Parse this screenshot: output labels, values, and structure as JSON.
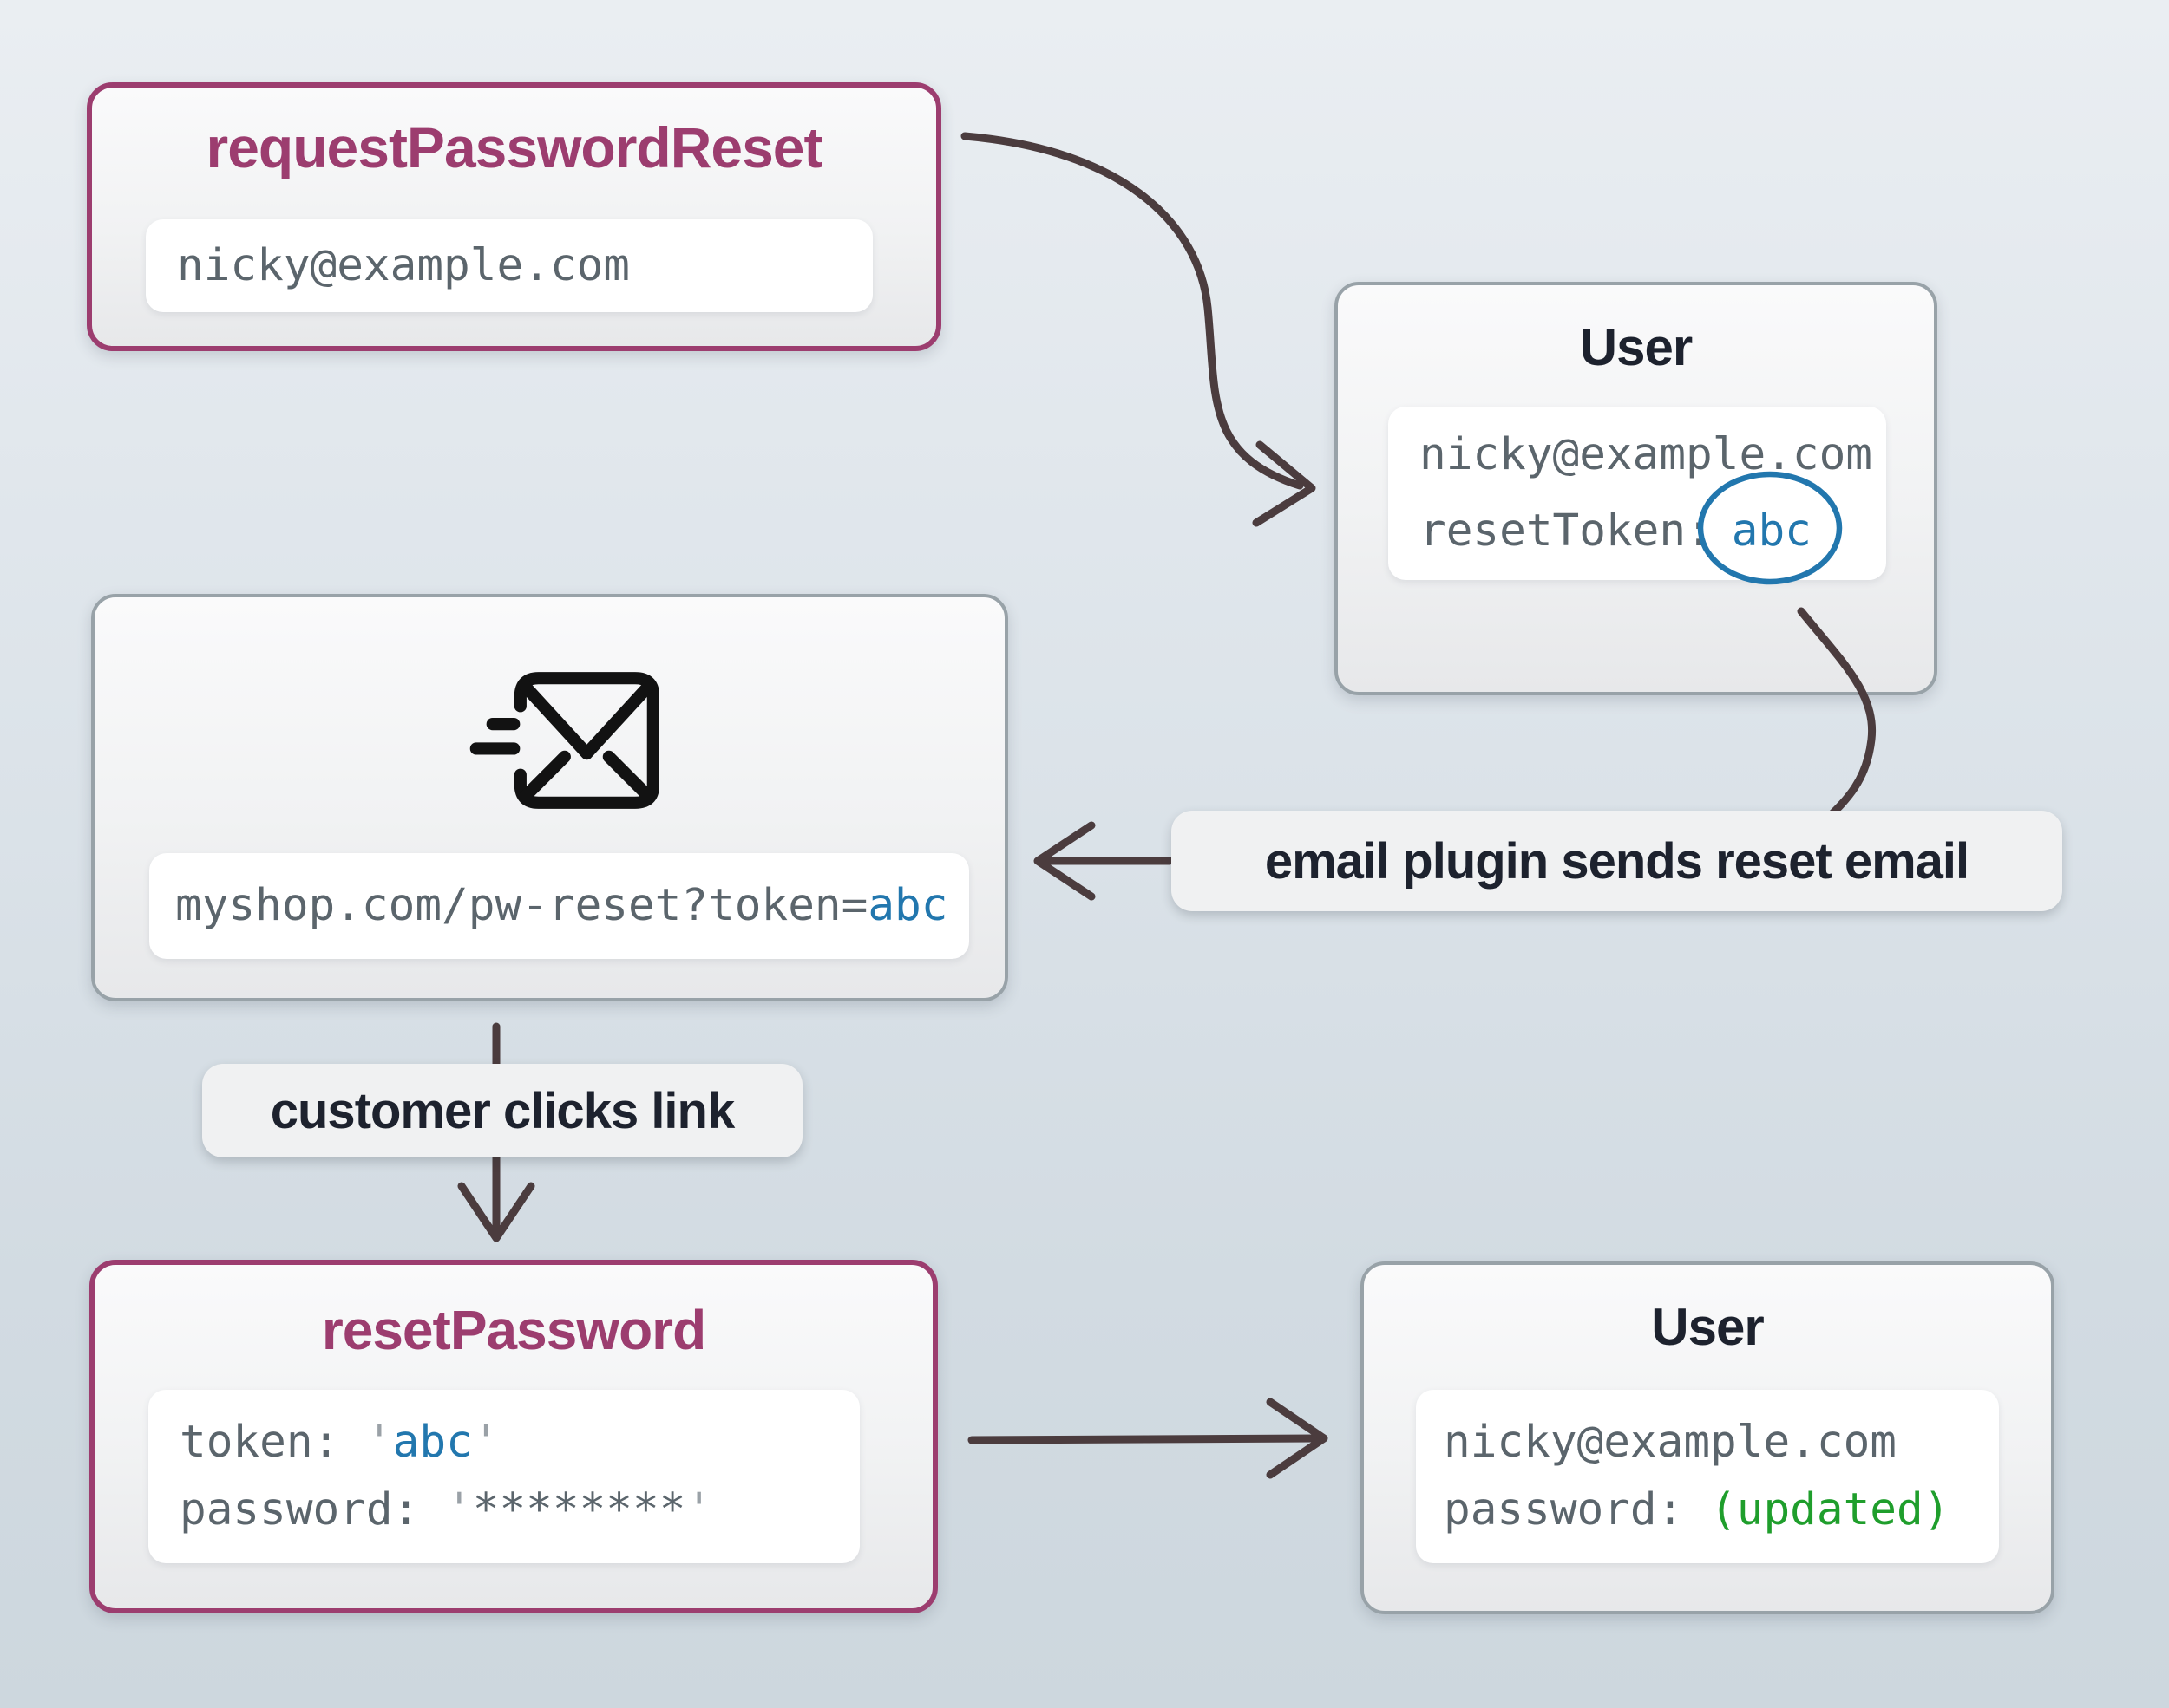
{
  "colors": {
    "accent_purple": "#9c3d6f",
    "accent_blue": "#2277ae",
    "accent_green": "#1f9e2c",
    "arrow": "#4b3c3e",
    "border_gray": "#98a2a8",
    "text_dark": "#1d222e",
    "mono_gray": "#5b656c",
    "quote_gray": "#9aa1a7"
  },
  "boxes": {
    "request_password_reset": {
      "title": "requestPasswordReset",
      "email_field": "nicky@example.com"
    },
    "user_top": {
      "title": "User",
      "email": "nicky@example.com",
      "reset_token_label": "resetToken:",
      "reset_token_value": "abc"
    },
    "email_message": {
      "icon": "send-email-icon",
      "url_prefix": "myshop.com/pw-reset?token=",
      "url_token": "abc"
    },
    "reset_password": {
      "title": "resetPassword",
      "token_label": "token: ",
      "quote": "'",
      "token_value": "abc",
      "password_label": "password: ",
      "password_stars": "********"
    },
    "user_bottom": {
      "title": "User",
      "email": "nicky@example.com",
      "password_label": "password: ",
      "password_value": "(updated)"
    }
  },
  "annotations": {
    "email_plugin": "email plugin sends reset email",
    "customer_clicks": "customer clicks link"
  }
}
